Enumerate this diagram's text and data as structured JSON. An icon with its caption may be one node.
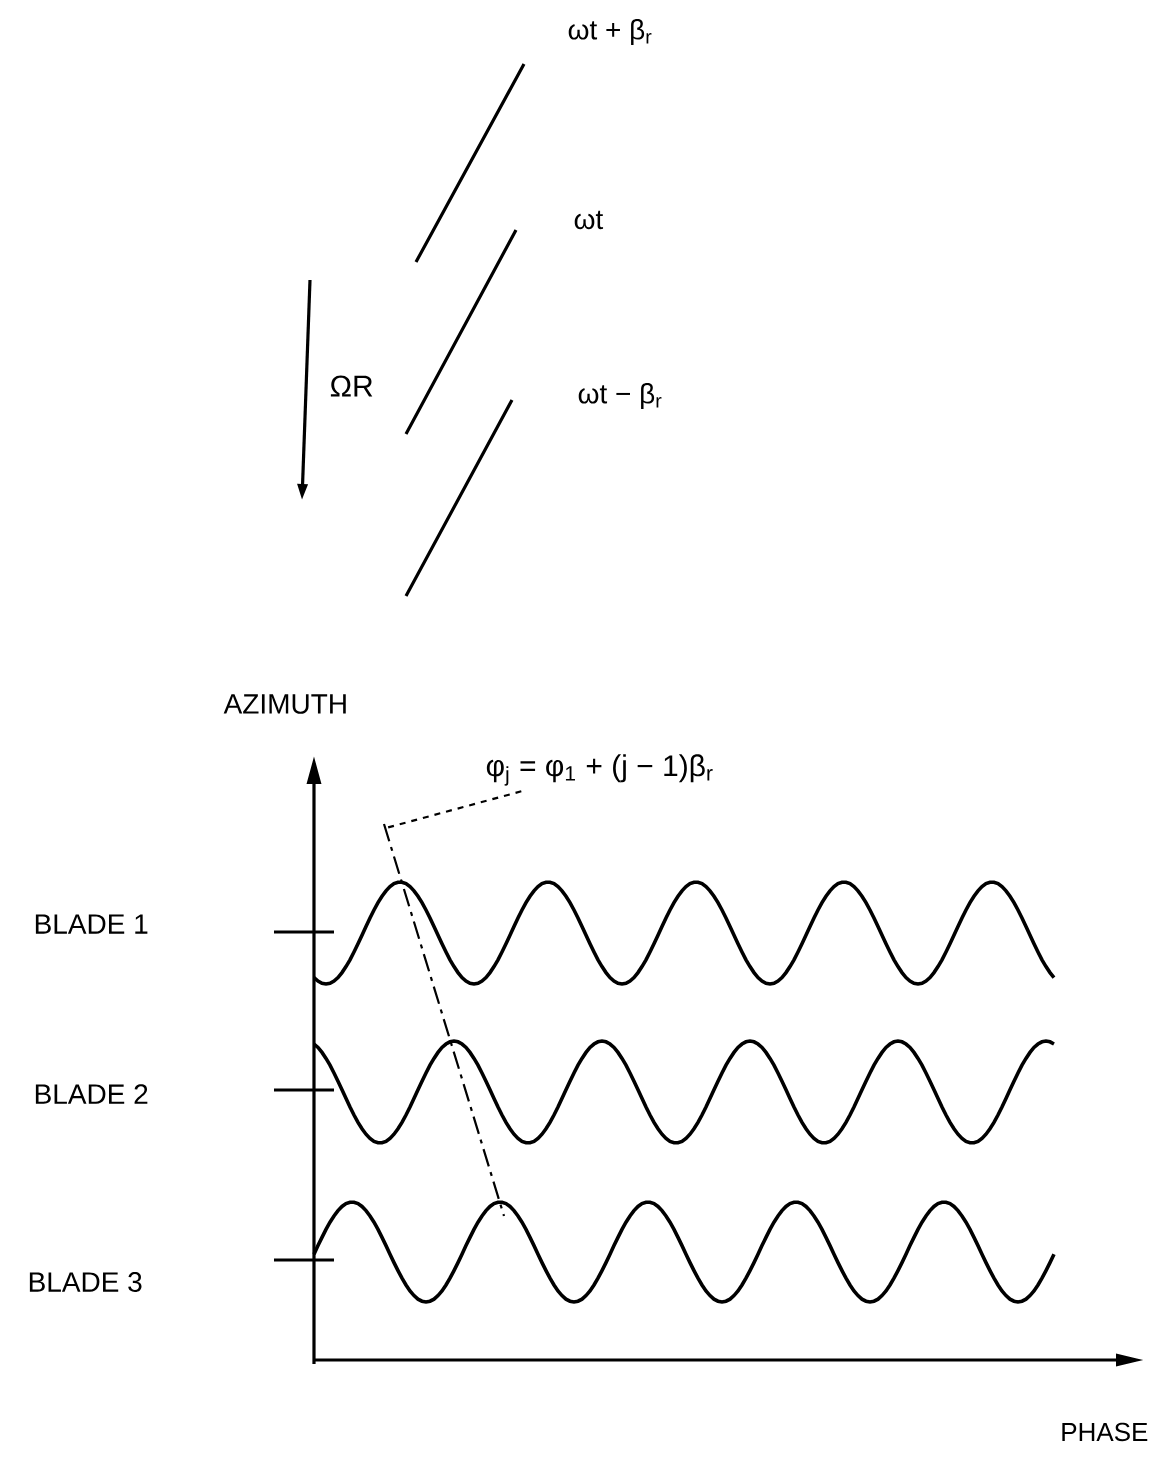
{
  "diagram": {
    "nodes": [
      {
        "text": [
          "φ$_{j}$ = φ$_{1}$ + (j − 1)β$_{r}$"
        ]
      },
      {
        "text": [],
        "shape": "line"
      }
    ],
    "edges": [
      {
        "from": 0,
        "to": 1,
        "arrow": "none",
        "style": "dashed"
      }
    ],
    "labels": [
      "ωt + β$_{r}$",
      "ωt",
      "ΩR",
      "ωt − β$_{r}$",
      "AZIMUTH",
      "BLADE 1",
      "BLADE 2",
      "BLADE 3",
      "PHASE"
    ]
  }
}
